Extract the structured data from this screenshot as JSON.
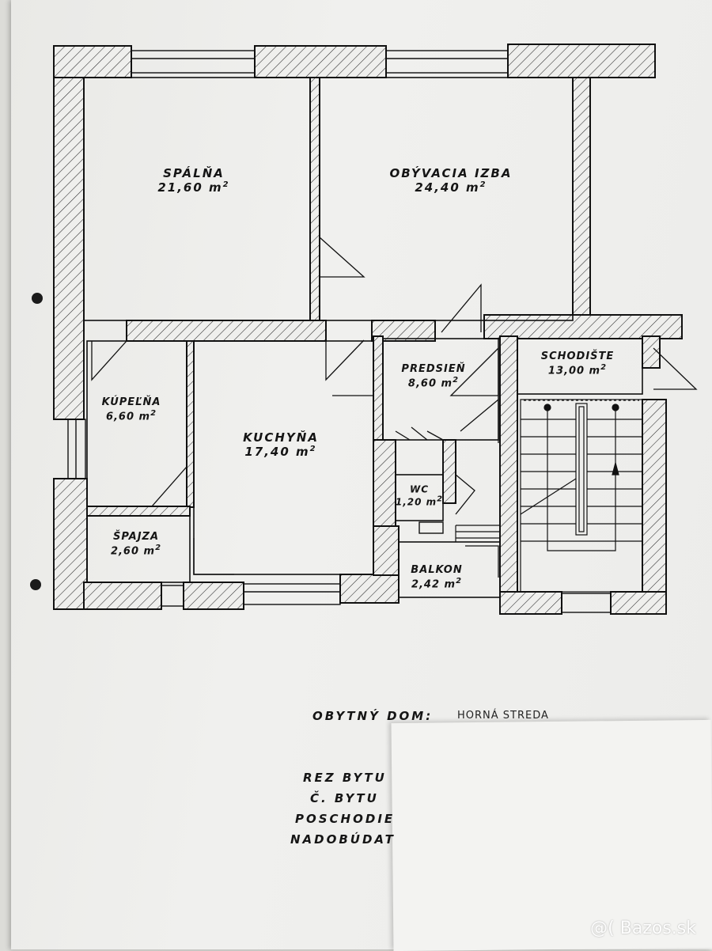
{
  "rooms": {
    "spalna": {
      "name": "SPÁLŇA",
      "area": "21,60 m",
      "unit_exp": "2"
    },
    "obyvacia": {
      "name": "OBÝVACIA IZBA",
      "area": "24,40 m",
      "unit_exp": "2"
    },
    "kupelna": {
      "name": "KÚPEĽŇA",
      "area": "6,60 m",
      "unit_exp": "2"
    },
    "kuchyna": {
      "name": "KUCHYŇA",
      "area": "17,40 m",
      "unit_exp": "2"
    },
    "predsien": {
      "name": "PREDSIEŇ",
      "area": "8,60 m",
      "unit_exp": "2"
    },
    "schodiste": {
      "name": "SCHODIŠTE",
      "area": "13,00 m",
      "unit_exp": "2"
    },
    "wc": {
      "name": "WC",
      "area": "1,20 m",
      "unit_exp": "2"
    },
    "spajza": {
      "name": "ŠPAJZA",
      "area": "2,60 m",
      "unit_exp": "2"
    },
    "balkon": {
      "name": "BALKON",
      "area": "2,42 m",
      "unit_exp": "2"
    }
  },
  "caption": {
    "building_label": "OBYTNÝ DOM:",
    "building_value": "HORNÁ STREDA",
    "lines": [
      "REZ BYTU",
      "Č. BYTU",
      "POSCHODIE",
      "NADOBÚDAT"
    ]
  },
  "watermark": "@( Bazos.sk",
  "colors": {
    "ink": "#151515",
    "paper": "#ececea"
  }
}
